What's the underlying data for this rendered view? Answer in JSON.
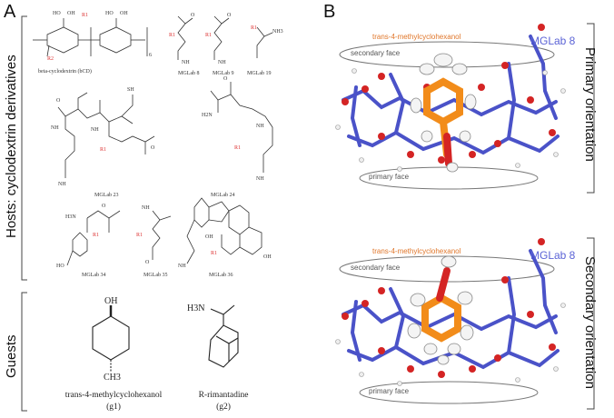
{
  "panel_a": {
    "letter": "A",
    "hosts_label": "Hosts: cyclodextrin derivatives",
    "guests_label": "Guests",
    "hosts": [
      {
        "caption": "beta-cyclodextrin (bCD)"
      },
      {
        "caption": "MGLab 8"
      },
      {
        "caption": "MGLab 9"
      },
      {
        "caption": "MGLab 19"
      },
      {
        "caption": "MGLab 23"
      },
      {
        "caption": "MGLab 24"
      },
      {
        "caption": "MGLab 34"
      },
      {
        "caption": "MGLab 35"
      },
      {
        "caption": "MGLab 36"
      }
    ],
    "r_labels": {
      "r1": "R1",
      "r2": "R2"
    },
    "atoms": {
      "oh": "OH",
      "ho": "HO",
      "nh": "NH",
      "nh3": "NH3",
      "sh": "SH",
      "h3n": "H3N",
      "h2n": "H2N",
      "ch3": "CH3",
      "o": "O",
      "six": "6"
    },
    "guests": [
      {
        "name": "trans-4-methylcyclohexanol",
        "code": "(g1)"
      },
      {
        "name": "R-rimantadine",
        "code": "(g2)"
      }
    ]
  },
  "panel_b": {
    "letter": "B",
    "top": {
      "guest_label": "trans-4-methylcyclohexanol",
      "host_label": "MGLab 8",
      "secondary_face": "secondary face",
      "primary_face": "primary face",
      "orientation": "Primary orientation"
    },
    "bottom": {
      "guest_label": "trans-4-methylcyclohexanol",
      "host_label": "MGLab 8",
      "secondary_face": "secondary face",
      "primary_face": "primary face",
      "orientation": "Secondary orientation"
    }
  },
  "colors": {
    "orange": "#e0762a",
    "blue": "#5b63d6",
    "red": "#d33333",
    "gray": "#777777"
  }
}
